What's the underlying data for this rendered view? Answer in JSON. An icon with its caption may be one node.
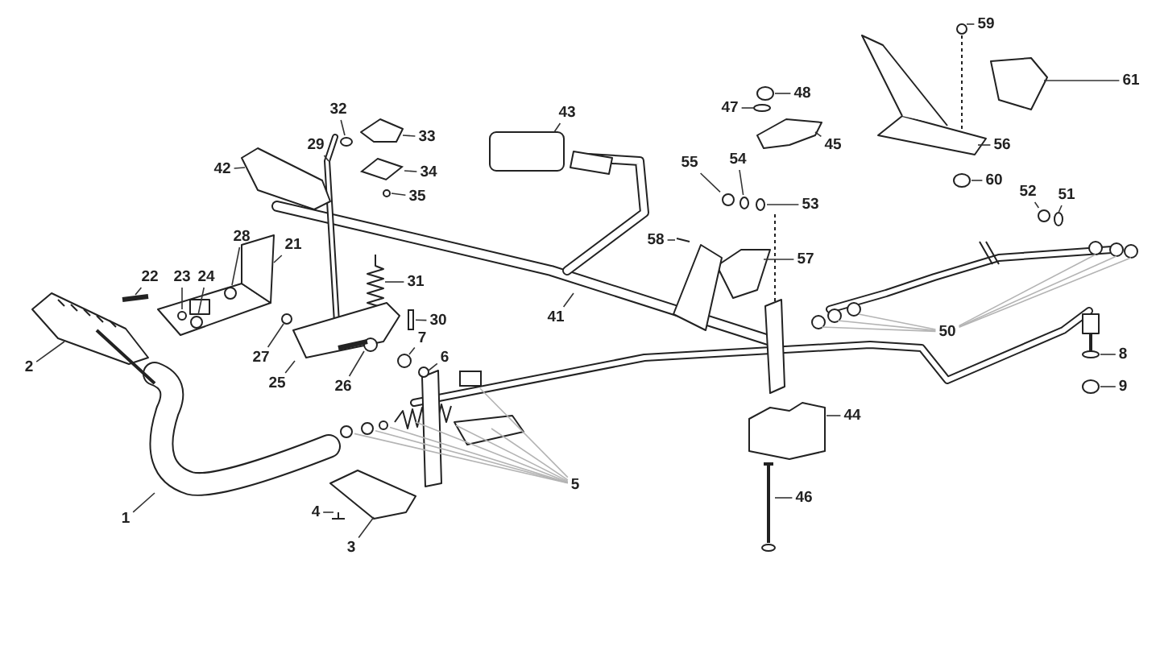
{
  "diagram": {
    "nodes": [
      {
        "text": [
          "1"
        ]
      },
      {
        "text": [
          "2"
        ]
      },
      {
        "text": [
          "3"
        ]
      },
      {
        "text": [
          "4"
        ]
      },
      {
        "text": [
          "5"
        ]
      },
      {
        "text": [
          "6"
        ]
      },
      {
        "text": [
          "7"
        ]
      },
      {
        "text": [
          "8"
        ]
      },
      {
        "text": [
          "9"
        ]
      },
      {
        "text": [
          "21"
        ]
      },
      {
        "text": [
          "22"
        ]
      },
      {
        "text": [
          "23"
        ]
      },
      {
        "text": [
          "24"
        ]
      },
      {
        "text": [
          "25"
        ]
      },
      {
        "text": [
          "26"
        ]
      },
      {
        "text": [
          "27"
        ]
      },
      {
        "text": [
          "28"
        ]
      },
      {
        "text": [
          "29"
        ]
      },
      {
        "text": [
          "30"
        ]
      },
      {
        "text": [
          "31"
        ]
      },
      {
        "text": [
          "32"
        ]
      },
      {
        "text": [
          "33"
        ]
      },
      {
        "text": [
          "34"
        ]
      },
      {
        "text": [
          "35"
        ]
      },
      {
        "text": [
          "41"
        ]
      },
      {
        "text": [
          "42"
        ]
      },
      {
        "text": [
          "43"
        ]
      },
      {
        "text": [
          "44"
        ]
      },
      {
        "text": [
          "45"
        ]
      },
      {
        "text": [
          "46"
        ]
      },
      {
        "text": [
          "47"
        ]
      },
      {
        "text": [
          "48"
        ]
      },
      {
        "text": [
          "50"
        ]
      },
      {
        "text": [
          "51"
        ]
      },
      {
        "text": [
          "52"
        ]
      },
      {
        "text": [
          "53"
        ]
      },
      {
        "text": [
          "54"
        ]
      },
      {
        "text": [
          "55"
        ]
      },
      {
        "text": [
          "56"
        ]
      },
      {
        "text": [
          "57"
        ]
      },
      {
        "text": [
          "58"
        ]
      },
      {
        "text": [
          "59"
        ]
      },
      {
        "text": [
          "60"
        ]
      },
      {
        "text": [
          "61"
        ]
      },
      {
        "text": [],
        "shape": "circle"
      },
      {
        "text": [],
        "shape": "box"
      },
      {
        "text": [],
        "shape": "circle"
      },
      {
        "text": [],
        "shape": "box"
      },
      {
        "text": [],
        "shape": "circle"
      },
      {
        "text": [],
        "shape": "diamond"
      },
      {
        "text": [],
        "shape": "circle"
      },
      {
        "text": [],
        "shape": "circle"
      },
      {
        "text": [],
        "shape": "circle"
      },
      {
        "text": [],
        "shape": "circle"
      },
      {
        "text": [],
        "shape": "circle"
      },
      {
        "text": [],
        "shape": "circle"
      },
      {
        "text": [],
        "shape": "circle"
      },
      {
        "text": [],
        "shape": "circle"
      }
    ],
    "edges": [
      {
        "from": 0,
        "to": null,
        "arrow": "none"
      },
      {
        "from": 1,
        "to": null,
        "arrow": "none"
      },
      {
        "from": 2,
        "to": null,
        "arrow": "none"
      },
      {
        "from": 3,
        "to": null,
        "arrow": "none"
      },
      {
        "from": 4,
        "to": 53,
        "arrow": "none",
        "color": "#b4b4b4"
      },
      {
        "from": 4,
        "to": 44,
        "arrow": "none",
        "color": "#b4b4b4"
      },
      {
        "from": 4,
        "to": 54,
        "arrow": "none",
        "color": "#b4b4b4"
      },
      {
        "from": 4,
        "to": null,
        "arrow": "none",
        "color": "#b4b4b4"
      },
      {
        "from": 4,
        "to": null,
        "arrow": "none",
        "color": "#b4b4b4"
      },
      {
        "from": 4,
        "to": null,
        "arrow": "none",
        "color": "#b4b4b4"
      },
      {
        "from": 4,
        "to": 45,
        "arrow": "none",
        "color": "#b4b4b4"
      },
      {
        "from": 5,
        "to": null,
        "arrow": "none"
      },
      {
        "from": 6,
        "to": null,
        "arrow": "none"
      },
      {
        "from": 7,
        "to": null,
        "arrow": "none"
      },
      {
        "from": 8,
        "to": null,
        "arrow": "none"
      },
      {
        "from": 9,
        "to": null,
        "arrow": "none"
      },
      {
        "from": 10,
        "to": null,
        "arrow": "none"
      },
      {
        "from": 11,
        "to": 55,
        "arrow": "none"
      },
      {
        "from": 12,
        "to": 56,
        "arrow": "none"
      },
      {
        "from": 13,
        "to": null,
        "arrow": "none"
      },
      {
        "from": 14,
        "to": null,
        "arrow": "none"
      },
      {
        "from": 15,
        "to": null,
        "arrow": "none"
      },
      {
        "from": 16,
        "to": 46,
        "arrow": "none"
      },
      {
        "from": 17,
        "to": null,
        "arrow": "none"
      },
      {
        "from": 18,
        "to": 47,
        "arrow": "none"
      },
      {
        "from": 19,
        "to": null,
        "arrow": "none"
      },
      {
        "from": 20,
        "to": 48,
        "arrow": "none"
      },
      {
        "from": 21,
        "to": null,
        "arrow": "none"
      },
      {
        "from": 22,
        "to": 49,
        "arrow": "none"
      },
      {
        "from": 23,
        "to": null,
        "arrow": "none"
      },
      {
        "from": 24,
        "to": null,
        "arrow": "none"
      },
      {
        "from": 25,
        "to": null,
        "arrow": "none"
      },
      {
        "from": 26,
        "to": null,
        "arrow": "none"
      },
      {
        "from": 27,
        "to": null,
        "arrow": "none"
      },
      {
        "from": 28,
        "to": null,
        "arrow": "none"
      },
      {
        "from": 29,
        "to": null,
        "arrow": "none"
      },
      {
        "from": 30,
        "to": null,
        "arrow": "none"
      },
      {
        "from": 31,
        "to": null,
        "arrow": "none"
      },
      {
        "from": 32,
        "to": null,
        "arrow": "none",
        "color": "#b4b4b4"
      },
      {
        "from": 32,
        "to": null,
        "arrow": "none",
        "color": "#b4b4b4"
      },
      {
        "from": 32,
        "to": null,
        "arrow": "none",
        "color": "#b4b4b4"
      },
      {
        "from": 32,
        "to": null,
        "arrow": "none",
        "color": "#b4b4b4"
      },
      {
        "from": 32,
        "to": null,
        "arrow": "none",
        "color": "#b4b4b4"
      },
      {
        "from": 32,
        "to": null,
        "arrow": "none",
        "color": "#b4b4b4"
      },
      {
        "from": 33,
        "to": null,
        "arrow": "none"
      },
      {
        "from": 34,
        "to": 50,
        "arrow": "none"
      },
      {
        "from": 35,
        "to": 51,
        "arrow": "none"
      },
      {
        "from": 36,
        "to": 57,
        "arrow": "none"
      },
      {
        "from": 37,
        "to": 52,
        "arrow": "none"
      },
      {
        "from": 38,
        "to": null,
        "arrow": "none"
      },
      {
        "from": 39,
        "to": null,
        "arrow": "none"
      },
      {
        "from": 40,
        "to": null,
        "arrow": "none"
      },
      {
        "from": 41,
        "to": null,
        "arrow": "none"
      },
      {
        "from": 42,
        "to": null,
        "arrow": "none"
      },
      {
        "from": 43,
        "to": null,
        "arrow": "none"
      }
    ]
  }
}
